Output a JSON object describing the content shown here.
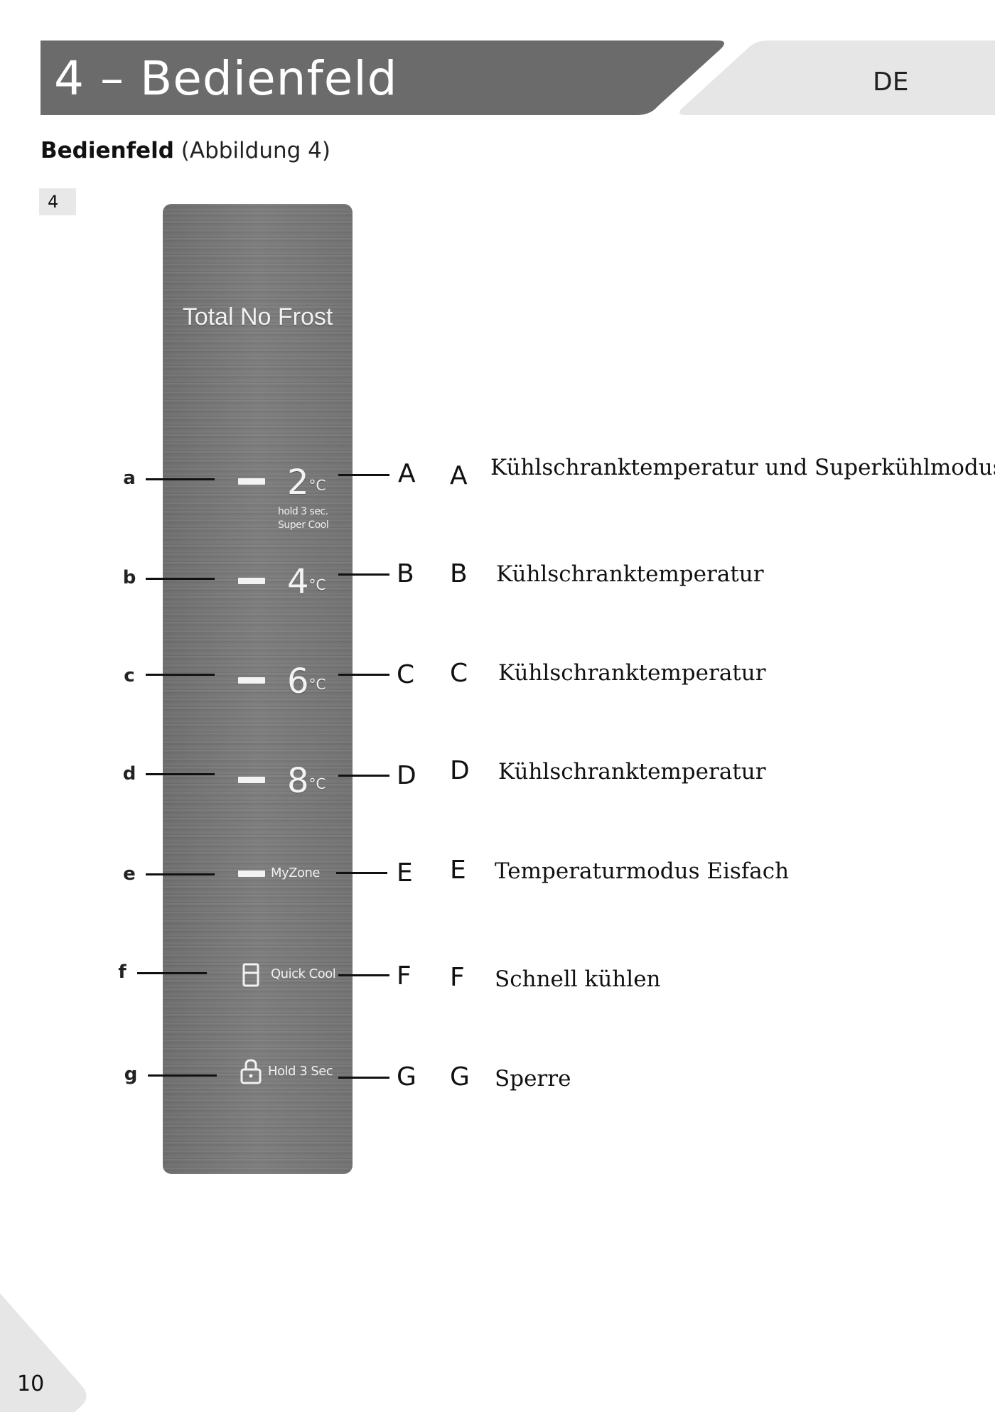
{
  "header": {
    "title": "4 – Bedienfeld",
    "language": "DE",
    "colors": {
      "dark_band": "#6b6b6b",
      "light_band": "#e6e6e6"
    }
  },
  "section": {
    "heading": "Bedienfeld",
    "subheading": "(Abbildung 4)"
  },
  "figure": {
    "number": "4",
    "panel": {
      "brand": "Total No Frost",
      "items": [
        {
          "lead": "a",
          "display": "2",
          "unit": "°C",
          "sub1": "hold 3 sec.",
          "sub2": "Super Cool"
        },
        {
          "lead": "b",
          "display": "4",
          "unit": "°C"
        },
        {
          "lead": "c",
          "display": "6",
          "unit": "°C"
        },
        {
          "lead": "d",
          "display": "8",
          "unit": "°C"
        },
        {
          "lead": "e",
          "label": "MyZone"
        },
        {
          "lead": "f",
          "label": "Quick Cool",
          "icon": "fridge-icon"
        },
        {
          "lead": "g",
          "label": "Hold 3 Sec",
          "icon": "lock-icon"
        }
      ]
    },
    "callouts": [
      "A",
      "B",
      "C",
      "D",
      "E",
      "F",
      "G"
    ]
  },
  "legend": [
    {
      "letter": "A",
      "text": "Kühlschranktemperatur und Superkühlmodus"
    },
    {
      "letter": "B",
      "text": "Kühlschranktemperatur"
    },
    {
      "letter": "C",
      "text": "Kühlschranktemperatur"
    },
    {
      "letter": "D",
      "text": "Kühlschranktemperatur"
    },
    {
      "letter": "E",
      "text": "Temperaturmodus Eisfach"
    },
    {
      "letter": "F",
      "text": "Schnell kühlen"
    },
    {
      "letter": "G",
      "text": "Sperre"
    }
  ],
  "footer": {
    "page_number": "10"
  }
}
